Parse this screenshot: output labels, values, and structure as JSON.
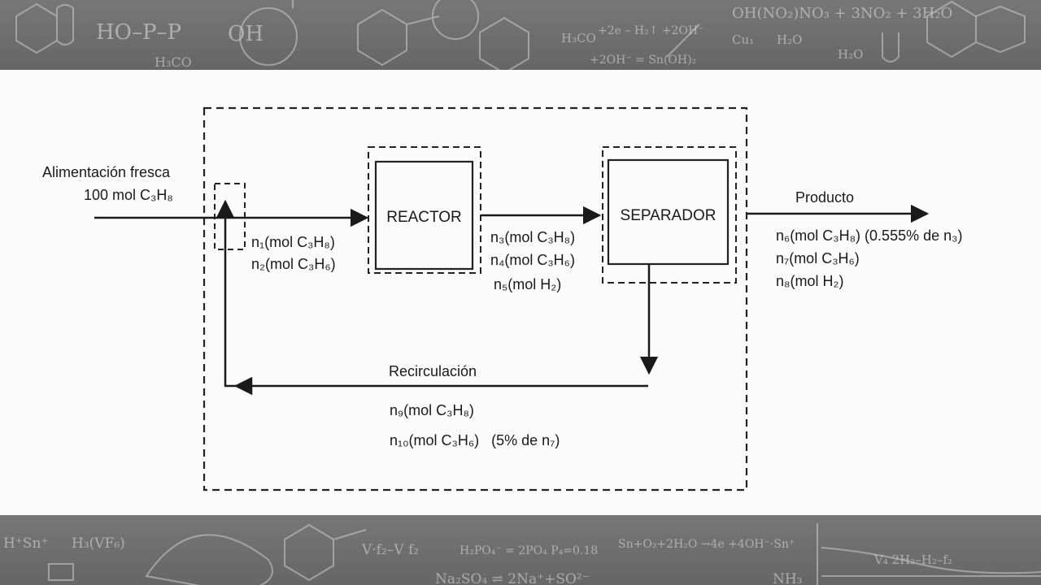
{
  "diagram": {
    "fresh_feed": {
      "title": "Alimentación fresca",
      "amount": "100 mol C₃H₈"
    },
    "reactor": {
      "label": "REACTOR"
    },
    "separator": {
      "label": "SEPARADOR"
    },
    "reactor_inlet": {
      "lines": [
        "n₁(mol C₃H₈)",
        "n₂(mol C₃H₆)"
      ]
    },
    "reactor_outlet": {
      "lines": [
        "n₃(mol C₃H₈)",
        "n₄(mol C₃H₆)",
        "n₅(mol H₂)"
      ]
    },
    "product": {
      "title": "Producto",
      "lines": [
        "n₆(mol C₃H₈) (0.555% de n₃)",
        "n₇(mol C₃H₆)",
        "n₈(mol H₂)"
      ]
    },
    "recycle": {
      "title": "Recirculación",
      "lines": [
        "n₉(mol C₃H₈)",
        "n₁₀(mol C₃H₆)   (5% de n₇)"
      ]
    }
  }
}
